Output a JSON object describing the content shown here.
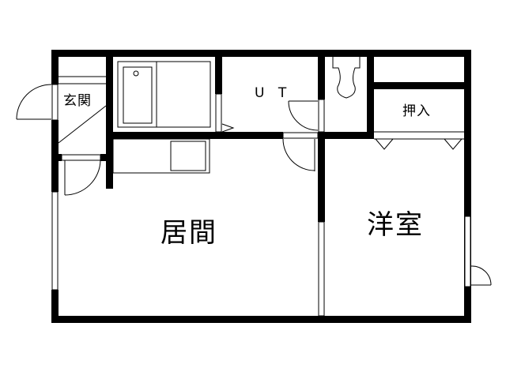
{
  "floor_plan": {
    "rooms": [
      {
        "id": "genkan",
        "label": "玄関"
      },
      {
        "id": "ut",
        "label": "U T"
      },
      {
        "id": "oshiire",
        "label": "押入"
      },
      {
        "id": "ima",
        "label": "居間"
      },
      {
        "id": "yoshitsu",
        "label": "洋室"
      }
    ],
    "fixtures": [
      "bathtub",
      "washbasin-area",
      "toilet",
      "kitchen-counter",
      "kitchen-sink",
      "shelf"
    ],
    "colors": {
      "wall": "#000000",
      "background": "#ffffff",
      "line": "#000000"
    }
  }
}
